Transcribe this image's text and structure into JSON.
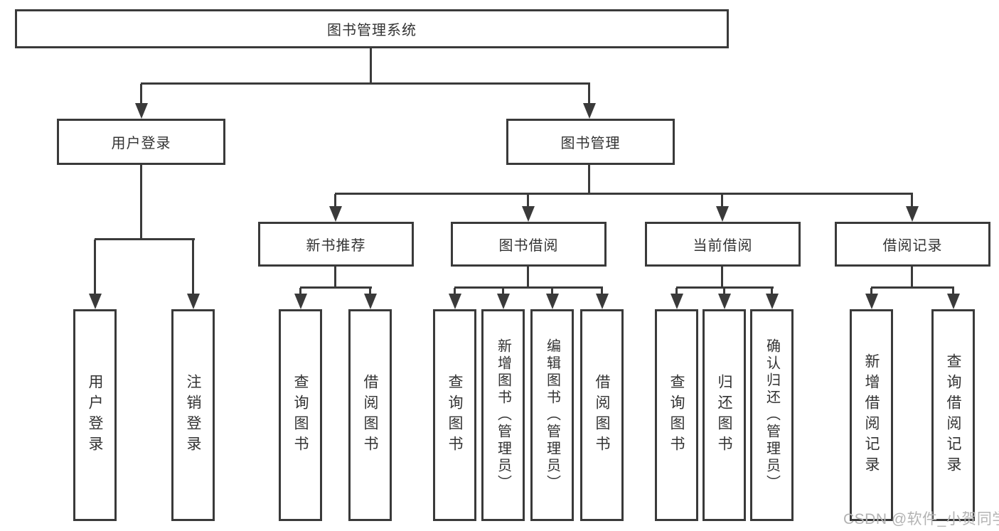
{
  "tree": {
    "root": "图书管理系统",
    "branches": [
      {
        "label": "用户登录",
        "children": [
          "用户登录",
          "注销登录"
        ]
      },
      {
        "label": "图书管理",
        "children": [
          {
            "label": "新书推荐",
            "children": [
              "查询图书",
              "借阅图书"
            ]
          },
          {
            "label": "图书借阅",
            "children": [
              "查询图书",
              "新增图书（管理员）",
              "编辑图书（管理员）",
              "借阅图书"
            ]
          },
          {
            "label": "当前借阅",
            "children": [
              "查询图书",
              "归还图书",
              "确认归还（管理员）"
            ]
          },
          {
            "label": "借阅记录",
            "children": [
              "新增借阅记录",
              "查询借阅记录"
            ]
          }
        ]
      }
    ]
  },
  "watermark": {
    "text": "CSDN @软件_小贺同学"
  },
  "colors": {
    "line": "#3a3a3a",
    "text": "#333333",
    "background": "#ffffff",
    "watermark": "#b3b3b3"
  }
}
